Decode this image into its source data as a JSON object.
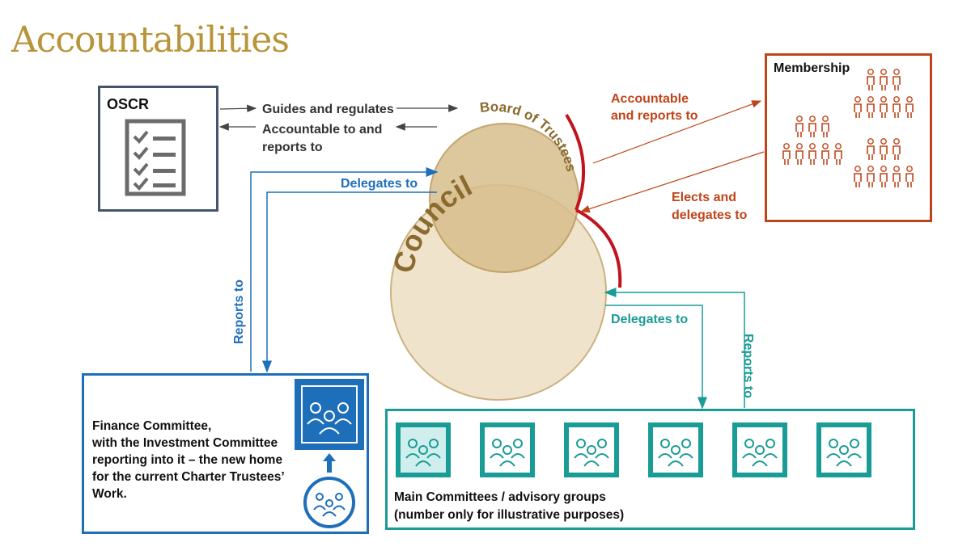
{
  "title": "Accountabilities",
  "oscr": {
    "label": "OSCR"
  },
  "membership": {
    "label": "Membership"
  },
  "board": {
    "label": "Board of Trustees"
  },
  "council": {
    "label": "Council"
  },
  "arrows": {
    "guides": "Guides and regulates",
    "accountable_line1": "Accountable to and",
    "accountable_line2": "reports to",
    "delegates_finance": "Delegates to",
    "reports_finance": "Reports to",
    "accountable_members_line1": "Accountable",
    "accountable_members_line2": "and reports to",
    "elects_line1": "Elects and",
    "elects_line2": "delegates to",
    "delegates_main": "Delegates to",
    "reports_main": "Reports to"
  },
  "finance": {
    "line1": "Finance Committee,",
    "line2": "with the Investment Committee",
    "line3": "reporting into it – the new home",
    "line4": "for the current Charter Trustees’",
    "line5": "Work."
  },
  "main_committees": {
    "line1": "Main Committees / advisory groups",
    "line2": "(number only for illustrative purposes)",
    "count": 6
  },
  "colors": {
    "title": "#b8953a",
    "oscr": "#44546a",
    "membership": "#c0441a",
    "finance": "#1e6fba",
    "teal": "#1a9c96",
    "board_red": "#c0141e",
    "council_fill": "#efe3c9",
    "board_fill": "#d8be8c"
  }
}
